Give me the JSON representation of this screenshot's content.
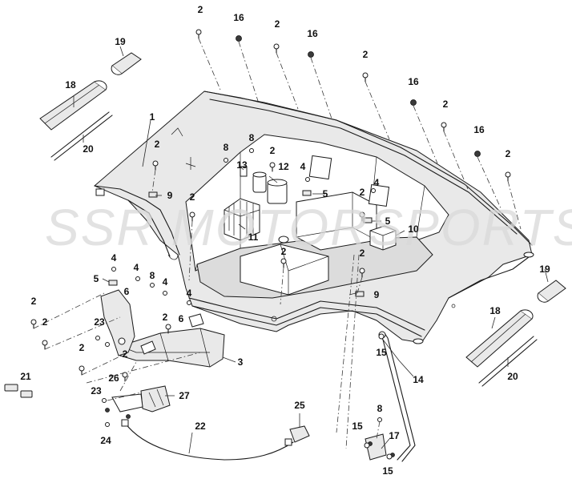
{
  "watermark": "SSR MOTORSPORTS",
  "colors": {
    "line": "#1a1a1a",
    "fill": "#e9e9e9",
    "watermark": "#d9d9d9"
  },
  "callouts": {
    "c1": "1",
    "c2": "2",
    "c3": "3",
    "c4": "4",
    "c5": "5",
    "c6": "6",
    "c8": "8",
    "c9": "9",
    "c10": "10",
    "c11": "11",
    "c12": "12",
    "c13": "13",
    "c14": "14",
    "c15": "15",
    "c16": "16",
    "c17": "17",
    "c18": "18",
    "c19": "19",
    "c20": "20",
    "c21": "21",
    "c22": "22",
    "c23": "23",
    "c24": "24",
    "c25": "25",
    "c26": "26",
    "c27": "27"
  }
}
